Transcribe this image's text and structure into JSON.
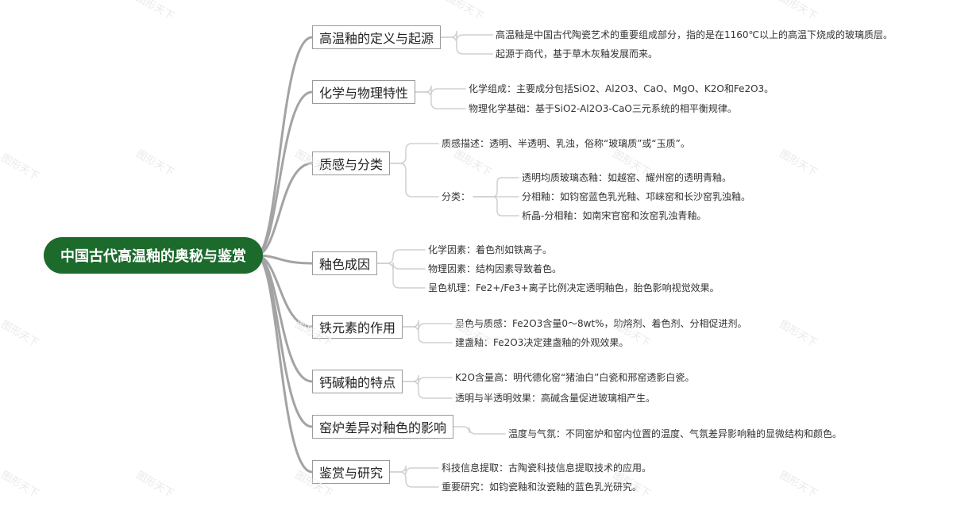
{
  "watermark": "图形天下",
  "root": {
    "label": "中国古代高温釉的奥秘与鉴赏"
  },
  "topics": [
    {
      "label": "高温釉的定义与起源",
      "items": [
        {
          "text": "高温釉是中国古代陶瓷艺术的重要组成部分，指的是在1160℃以上的高温下烧成的玻璃质层。"
        },
        {
          "text": "起源于商代，基于草木灰釉发展而来。"
        }
      ]
    },
    {
      "label": "化学与物理特性",
      "items": [
        {
          "text": "化学组成：主要成分包括SiO2、Al2O3、CaO、MgO、K2O和Fe2O3。"
        },
        {
          "text": "物理化学基础：基于SiO2-Al2O3-CaO三元系统的相平衡规律。"
        }
      ]
    },
    {
      "label": "质感与分类",
      "items": [
        {
          "text": "质感描述：透明、半透明、乳浊，俗称“玻璃质”或“玉质”。"
        },
        {
          "text": "分类：",
          "children": [
            {
              "text": "透明均质玻璃态釉：如越窑、耀州窑的透明青釉。"
            },
            {
              "text": "分相釉：如钧窑蓝色乳光釉、邛崃窑和长沙窑乳浊釉。"
            },
            {
              "text": "析晶-分相釉：如南宋官窑和汝窑乳浊青釉。"
            }
          ]
        }
      ]
    },
    {
      "label": "釉色成因",
      "items": [
        {
          "text": "化学因素：着色剂如铁离子。"
        },
        {
          "text": "物理因素：结构因素导致着色。"
        },
        {
          "text": "呈色机理：Fe2+/Fe3+离子比例决定透明釉色，胎色影响视觉效果。"
        }
      ]
    },
    {
      "label": "铁元素的作用",
      "items": [
        {
          "text": "呈色与质感：Fe2O3含量0～8wt%，助熔剂、着色剂、分相促进剂。"
        },
        {
          "text": "建盏釉：Fe2O3决定建盏釉的外观效果。"
        }
      ]
    },
    {
      "label": "钙碱釉的特点",
      "items": [
        {
          "text": "K2O含量高：明代德化窑“猪油白”白瓷和邢窑透影白瓷。"
        },
        {
          "text": "透明与半透明效果：高碱含量促进玻璃相产生。"
        }
      ]
    },
    {
      "label": "窑炉差异对釉色的影响",
      "items": [
        {
          "text": "温度与气氛：不同窑炉和窑内位置的温度、气氛差异影响釉的显微结构和颜色。"
        }
      ]
    },
    {
      "label": "鉴赏与研究",
      "items": [
        {
          "text": "科技信息提取：古陶瓷科技信息提取技术的应用。"
        },
        {
          "text": "重要研究：如钧瓷釉和汝瓷釉的蓝色乳光研究。"
        }
      ]
    }
  ]
}
